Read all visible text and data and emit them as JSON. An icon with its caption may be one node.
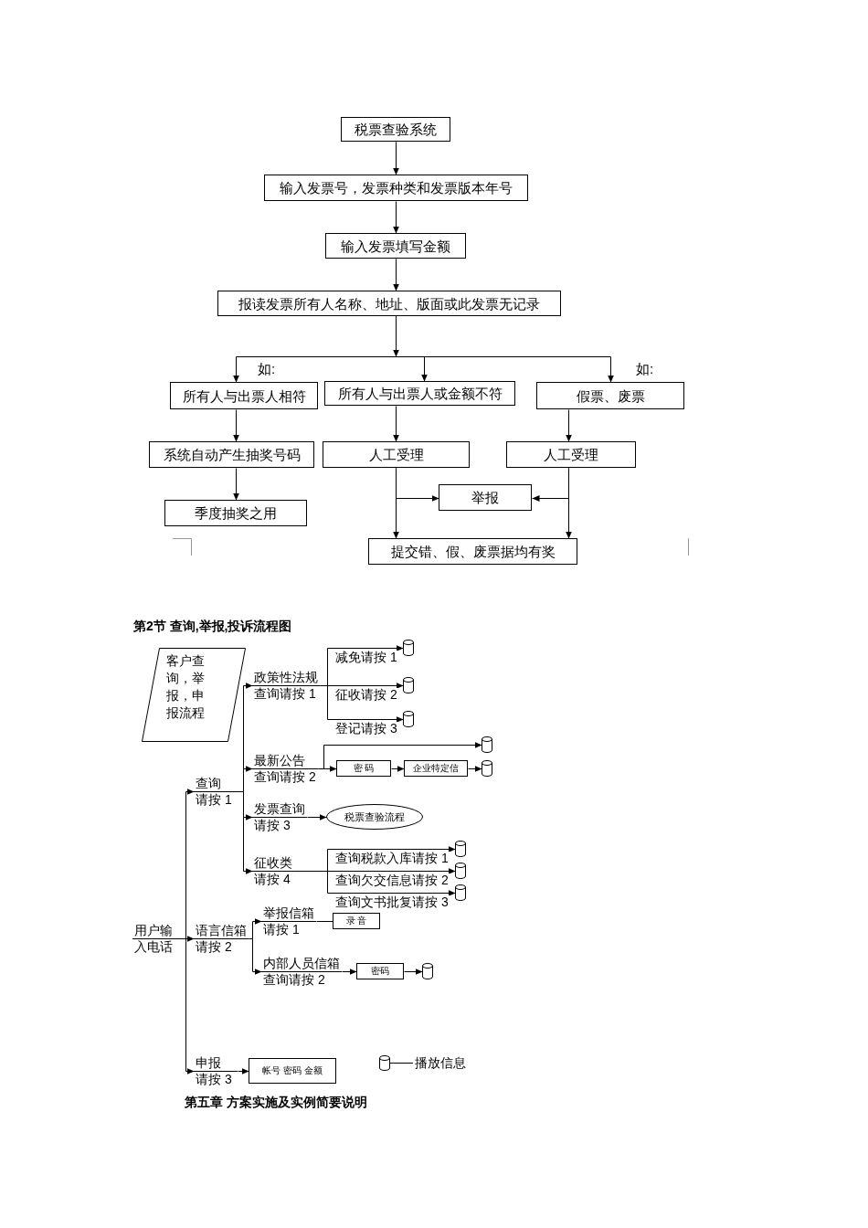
{
  "diagram": {
    "nodes": [
      {
        "text": [
          "税票查验系统"
        ]
      },
      {
        "text": [
          "输入发票号，发票种类和发票版本年号"
        ]
      },
      {
        "text": [
          "输入发票填写金额"
        ]
      },
      {
        "text": [
          "报读发票所有人名称、地址、版面或此发票无记录"
        ]
      },
      {
        "text": [
          "所有人与出票人相符"
        ]
      },
      {
        "text": [
          "所有人与出票人或金额不符"
        ]
      },
      {
        "text": [
          "假票、废票"
        ]
      },
      {
        "text": [
          "系统自动产生抽奖号码"
        ]
      },
      {
        "text": [
          "人工受理"
        ]
      },
      {
        "text": [
          "人工受理"
        ]
      },
      {
        "text": [
          "季度抽奖之用"
        ]
      },
      {
        "text": [
          "举报"
        ]
      },
      {
        "text": [
          "提交错、假、废票据均有奖"
        ]
      },
      {
        "text": [
          "客户查询，举报，申报流程"
        ]
      },
      {
        "text": [
          "用户输入电话"
        ]
      },
      {
        "text": [
          "查询请按 1"
        ]
      },
      {
        "text": [
          "语言信箱请按 2"
        ]
      },
      {
        "text": [
          "申报请按 3"
        ]
      },
      {
        "text": [
          "政策性法规查询请按 1"
        ]
      },
      {
        "text": [
          "最新公告查询请按 2"
        ]
      },
      {
        "text": [
          "发票查询请按 3"
        ]
      },
      {
        "text": [
          "征收类请按 4"
        ]
      },
      {
        "text": [],
        "shape": "cylinder"
      },
      {
        "text": [],
        "shape": "cylinder"
      },
      {
        "text": [],
        "shape": "cylinder"
      },
      {
        "text": [],
        "shape": "cylinder"
      },
      {
        "text": [
          "密 码"
        ]
      },
      {
        "text": [
          "企业特定信"
        ]
      },
      {
        "text": [],
        "shape": "cylinder"
      },
      {
        "text": [
          "税票查验流程"
        ]
      },
      {
        "text": [],
        "shape": "cylinder"
      },
      {
        "text": [],
        "shape": "cylinder"
      },
      {
        "text": [],
        "shape": "cylinder"
      },
      {
        "text": [
          "举报信箱请按 1"
        ]
      },
      {
        "text": [
          "内部人员信箱查询请按 2"
        ]
      },
      {
        "text": [
          "录 音"
        ]
      },
      {
        "text": [
          "密码"
        ]
      },
      {
        "text": [],
        "shape": "cylinder"
      },
      {
        "text": [
          "帐号 密码 金额"
        ]
      }
    ],
    "edges": [
      {
        "from": 0,
        "to": 1,
        "arrow": "to"
      },
      {
        "from": 1,
        "to": 2,
        "arrow": "to"
      },
      {
        "from": 2,
        "to": 3,
        "arrow": "to"
      },
      {
        "from": 3,
        "to": 4,
        "arrow": "to"
      },
      {
        "from": 3,
        "to": 5,
        "arrow": "to"
      },
      {
        "from": 3,
        "to": 6,
        "arrow": "to"
      },
      {
        "from": 4,
        "to": 7,
        "arrow": "to"
      },
      {
        "from": 7,
        "to": 10,
        "arrow": "to"
      },
      {
        "from": 5,
        "to": 8,
        "arrow": "to"
      },
      {
        "from": 6,
        "to": 9,
        "arrow": "to"
      },
      {
        "from": 8,
        "to": 11,
        "arrow": "to"
      },
      {
        "from": 8,
        "to": 12,
        "arrow": "to"
      },
      {
        "from": 9,
        "to": 11,
        "arrow": "to"
      },
      {
        "from": 9,
        "to": 12,
        "arrow": "to"
      },
      {
        "from": 14,
        "to": 15,
        "arrow": "to"
      },
      {
        "from": 14,
        "to": 16,
        "arrow": "to"
      },
      {
        "from": 14,
        "to": 17,
        "arrow": "to"
      },
      {
        "from": 15,
        "to": 18,
        "arrow": "to"
      },
      {
        "from": 15,
        "to": 19,
        "arrow": "to"
      },
      {
        "from": 15,
        "to": 20,
        "arrow": "to"
      },
      {
        "from": 15,
        "to": 21,
        "arrow": "to"
      },
      {
        "from": 18,
        "to": 22,
        "arrow": "to",
        "label": "减免请按 1"
      },
      {
        "from": 18,
        "to": 23,
        "arrow": "to",
        "label": "征收请按 2"
      },
      {
        "from": 18,
        "to": 24,
        "arrow": "to",
        "label": "登记请按 3"
      },
      {
        "from": 19,
        "to": 25,
        "arrow": "to"
      },
      {
        "from": 19,
        "to": 26,
        "arrow": "to"
      },
      {
        "from": 26,
        "to": 27,
        "arrow": "to"
      },
      {
        "from": 27,
        "to": 28,
        "arrow": "to"
      },
      {
        "from": 20,
        "to": 29,
        "arrow": "to"
      },
      {
        "from": 21,
        "to": 30,
        "arrow": "to",
        "label": "查询税款入库请按 1"
      },
      {
        "from": 21,
        "to": 31,
        "arrow": "to",
        "label": "查询欠交信息请按 2"
      },
      {
        "from": 21,
        "to": 32,
        "arrow": "to",
        "label": "查询文书批复请按 3"
      },
      {
        "from": 16,
        "to": 33,
        "arrow": "to"
      },
      {
        "from": 16,
        "to": 34,
        "arrow": "to"
      },
      {
        "from": 33,
        "to": 35,
        "arrow": "none"
      },
      {
        "from": 34,
        "to": 36,
        "arrow": "to"
      },
      {
        "from": 36,
        "to": 37,
        "arrow": "to"
      },
      {
        "from": 17,
        "to": 38,
        "arrow": "to"
      }
    ],
    "labels": [
      "如:",
      "如:",
      "第2节 查询,举报,投诉流程图",
      "第五章 方案实施及实例简要说明"
    ],
    "legend": [
      {
        "text": "播放信息"
      }
    ]
  }
}
